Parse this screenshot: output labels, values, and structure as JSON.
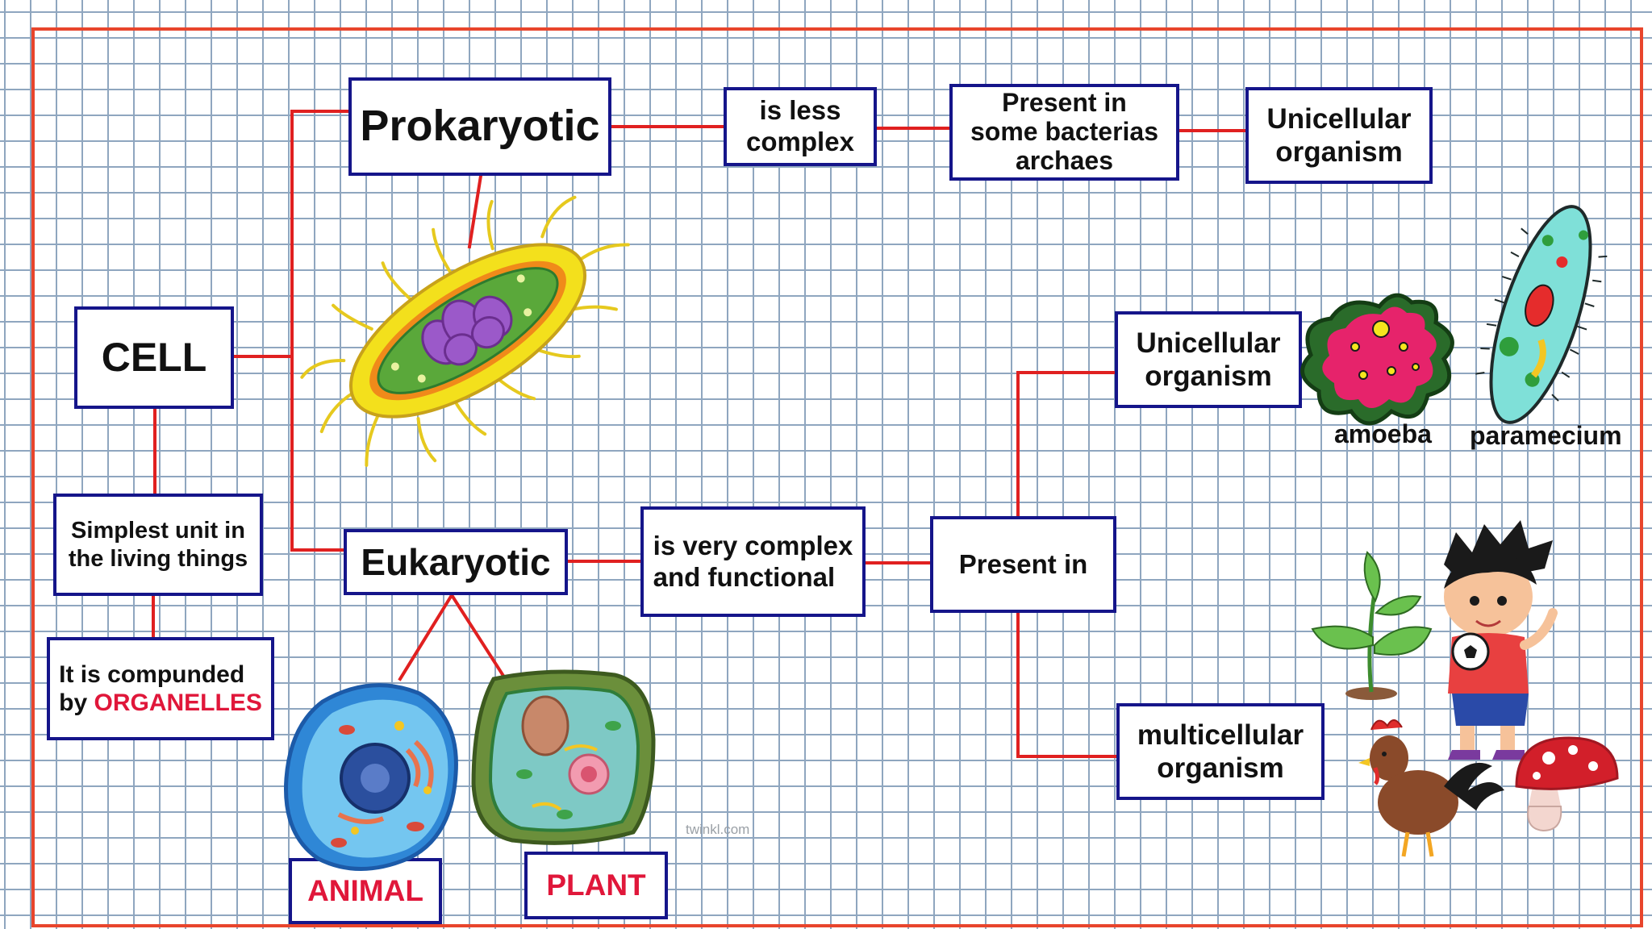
{
  "colors": {
    "line": "#e02020",
    "box_border": "#15158a",
    "grid": "#8fa6bf",
    "frame": "#e8452c",
    "highlight": "#e0173a",
    "pink_label": "#e0173a"
  },
  "nodes": {
    "cell": "CELL",
    "prokaryotic": "Prokaryotic",
    "eukaryotic": "Eukaryotic",
    "simplest_unit": [
      "Simplest unit in",
      "the living things"
    ],
    "compounded": {
      "line1": "It is compunded",
      "prefix": "by ",
      "highlight": "ORGANELLES"
    },
    "less_complex": [
      "is less",
      "complex"
    ],
    "present_bacteria": [
      "Present in",
      "some bacterias",
      "archaes"
    ],
    "unicellular_top": [
      "Unicellular",
      "organism"
    ],
    "very_complex": [
      "is very complex",
      "and functional"
    ],
    "present_in": "Present in",
    "unicellular_right": [
      "Unicellular",
      "organism"
    ],
    "multicellular": [
      "multicellular",
      "organism"
    ],
    "animal": "ANIMAL",
    "plant": "PLANT"
  },
  "labels": {
    "amoeba": "amoeba",
    "paramecium": "paramecium",
    "watermark": "twinkl.com"
  },
  "icons": [
    "bacterium-icon",
    "animal-cell-icon",
    "plant-cell-icon",
    "amoeba-icon",
    "paramecium-icon",
    "sprout-icon",
    "boy-with-ball-icon",
    "rooster-icon",
    "mushroom-icon"
  ]
}
